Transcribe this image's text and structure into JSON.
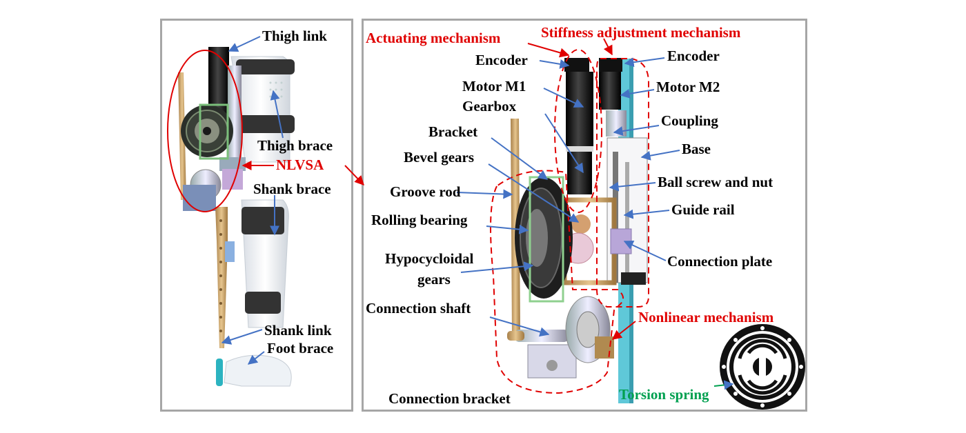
{
  "colors": {
    "frame": "#a6a6a6",
    "label": "#000000",
    "highlight_red": "#e00000",
    "spring_green": "#00a050",
    "arrow_blue": "#4472c4",
    "brass": "#c8a060",
    "motor_black": "#111111",
    "strap": "#333333",
    "cyan": "#5fc8d8"
  },
  "left": {
    "thigh_link": "Thigh link",
    "thigh_brace": "Thigh brace",
    "nlvsa": "NLVSA",
    "shank_brace": "Shank brace",
    "shank_link": "Shank link",
    "foot_brace": "Foot brace"
  },
  "right": {
    "actuating_mechanism": "Actuating mechanism",
    "stiffness_adjustment_mechanism": "Stiffness adjustment mechanism",
    "encoder_left": "Encoder",
    "encoder_right": "Encoder",
    "motor_m1": "Motor M1",
    "motor_m2": "Motor M2",
    "gearbox": "Gearbox",
    "coupling": "Coupling",
    "bracket": "Bracket",
    "base": "Base",
    "bevel_gears": "Bevel gears",
    "ball_screw_and_nut": "Ball screw and nut",
    "groove_rod": "Groove rod",
    "guide_rail": "Guide rail",
    "rolling_bearing": "Rolling bearing",
    "hypocycloidal_line1": "Hypocycloidal",
    "hypocycloidal_line2": "gears",
    "connection_plate": "Connection plate",
    "connection_shaft": "Connection shaft",
    "nonlinear_mechanism": "Nonlinear mechanism",
    "torsion_spring": "Torsion spring",
    "connection_bracket": "Connection bracket"
  }
}
